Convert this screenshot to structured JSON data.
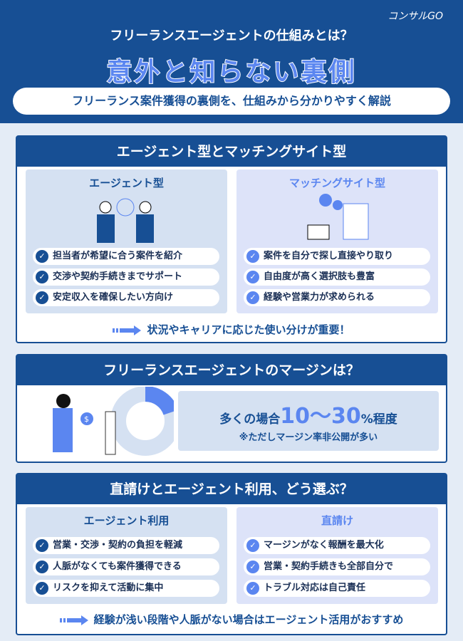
{
  "header": {
    "logo": "コンサルGO",
    "title": "フリーランスエージェントの仕組みとは？",
    "headline": "意外と知らない裏側",
    "subtitle": "フリーランス案件獲得の裏側を、仕組みから分かりやすく解説"
  },
  "section1": {
    "title": "エージェント型とマッチングサイト型",
    "left": {
      "title": "エージェント型",
      "items": [
        "担当者が希望に合う案件を紹介",
        "交渉や契約手続きまでサポート",
        "安定収入を確保したい方向け"
      ]
    },
    "right": {
      "title": "マッチングサイト型",
      "items": [
        "案件を自分で探し直接やり取り",
        "自由度が高く選択肢も豊富",
        "経験や営業力が求められる"
      ]
    },
    "note": "状況やキャリアに応じた使い分けが重要！"
  },
  "section2": {
    "title": "フリーランスエージェントのマージンは？",
    "prefix": "多くの場合",
    "range": "10〜30",
    "suffix": "%程度",
    "caveat": "※ただしマージン率非公開が多い"
  },
  "section3": {
    "title": "直請けとエージェント利用、どう選ぶ？",
    "left": {
      "title": "エージェント利用",
      "items": [
        "営業・交渉・契約の負担を軽減",
        "人脈がなくても案件獲得できる",
        "リスクを抑えて活動に集中"
      ]
    },
    "right": {
      "title": "直請け",
      "items": [
        "マージンがなく報酬を最大化",
        "営業・契約手続きも全部自分で",
        "トラブル対応は自己責任"
      ]
    },
    "note": "経験が浅い段階や人脈がない場合はエージェント活用がおすすめ"
  },
  "colors": {
    "primary": "#174f94",
    "accent": "#5b86f0",
    "background": "#e4ecf6"
  }
}
